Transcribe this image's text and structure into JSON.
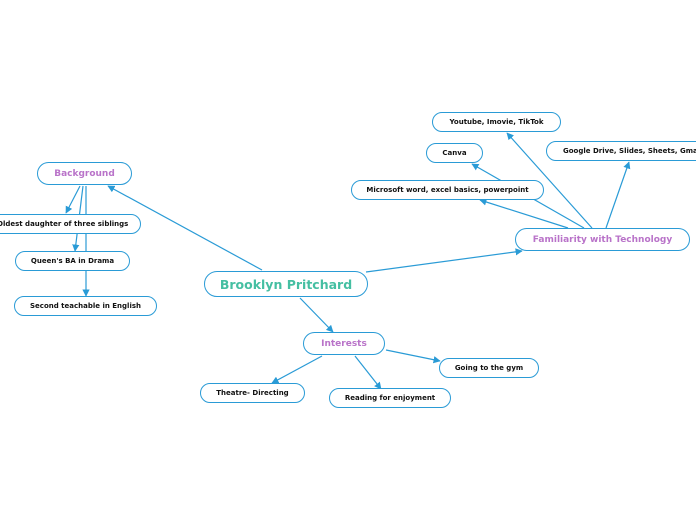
{
  "mindmap": {
    "root": {
      "label": "Brooklyn Pritchard"
    },
    "background": {
      "label": "Background",
      "items": [
        "Oldest daughter of three siblings",
        "Queen's BA in Drama",
        "Second teachable in English"
      ]
    },
    "technology": {
      "label": "Familiarity with Technology",
      "items": [
        "Youtube, Imovie, TikTok",
        "Canva",
        "Microsoft word, excel basics, powerpoint",
        "Google Drive, Slides, Sheets, Gmail"
      ]
    },
    "interests": {
      "label": "Interests",
      "items": [
        "Going to the gym",
        "Theatre- Directing",
        "Reading for enjoyment"
      ]
    }
  },
  "colors": {
    "connector": "#2a9bd6",
    "root_text": "#45bfa2",
    "topic_text": "#b973c9",
    "leaf_text": "#111111"
  }
}
